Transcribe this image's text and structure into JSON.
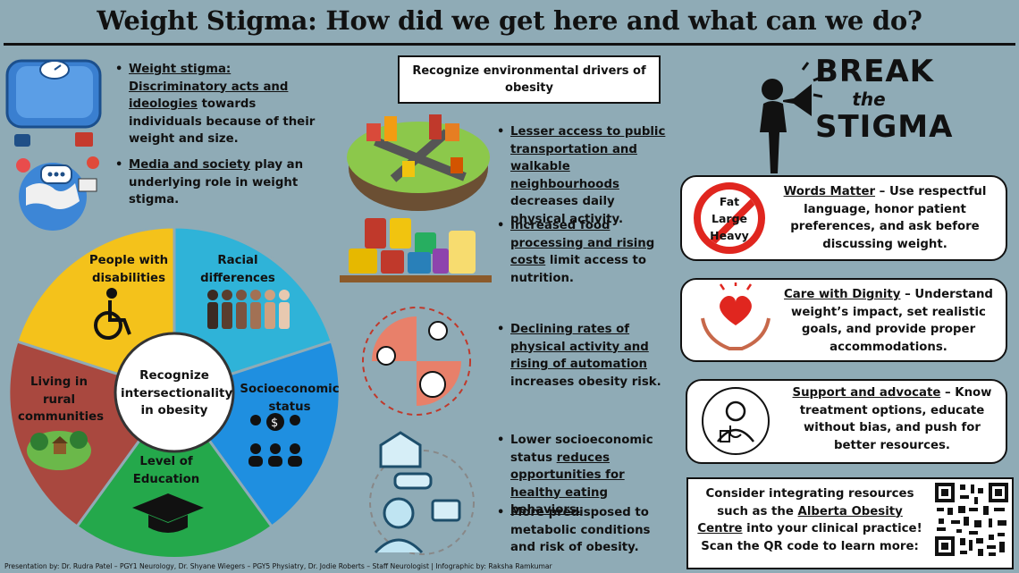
{
  "title": "Weight Stigma: How did we get here and what can we do?",
  "left": {
    "bullet1_u": "Weight stigma: Discriminatory acts and ideologies",
    "bullet1_rest": " towards individuals because of their weight and size.",
    "bullet2_u": "Media and society",
    "bullet2_rest": " play an underlying role in weight stigma."
  },
  "wheel": {
    "center": "Recognize intersectionality in obesity",
    "disabilities": "People with disabilities",
    "racial": "Racial differences",
    "socio": "Socioeconomic status",
    "education": "Level of Education",
    "rural": "Living in rural communities"
  },
  "middle": {
    "header": "Recognize environmental drivers of obesity",
    "b1_u": "Lesser access to public transportation and walkable neighbourhoods",
    "b1_rest": " decreases daily physical activity.",
    "b2_u": "Increased food processing and rising costs",
    "b2_rest": " limit access to nutrition.",
    "b3_u": "Declining rates of physical activity and rising of automation",
    "b3_rest": " increases obesity risk.",
    "b4_a": "Lower socioeconomic status ",
    "b4_u": "reduces opportunities for healthy eating behaviors.",
    "b5": "More predisposed to metabolic conditions and risk of obesity."
  },
  "right": {
    "logo_line1": "BREAK",
    "logo_line2": "the",
    "logo_line3": "STIGMA",
    "crossed_words": [
      "Fat",
      "Large",
      "Heavy"
    ],
    "card1_title": "Words Matter",
    "card1_text": " – Use respectful language, honor patient preferences, and ask before discussing weight.",
    "card2_title": "Care with Dignity",
    "card2_text": " – Understand weight’s impact, set realistic goals, and provide proper accommodations.",
    "card3_title": "Support and advocate",
    "card3_text": " – Know treatment options, educate without bias, and push for better resources.",
    "resources_a": "Consider integrating resources such as the ",
    "resources_u": "Alberta Obesity Centre",
    "resources_b": " into your clinical practice! Scan the QR code to learn more:"
  },
  "footer": "Presentation by: Dr. Rudra Patel – PGY1 Neurology,  Dr. Shyane Wiegers – PGY5 Physiatry,  Dr. Jodie Roberts – Staff Neurologist | Infographic by: Raksha Ramkumar",
  "colors": {
    "background": "#8fabb6",
    "yellow": "#f4c21b",
    "teal": "#2fb3d8",
    "blue": "#1f8fe0",
    "green": "#24a84b",
    "red": "#a9483f"
  }
}
